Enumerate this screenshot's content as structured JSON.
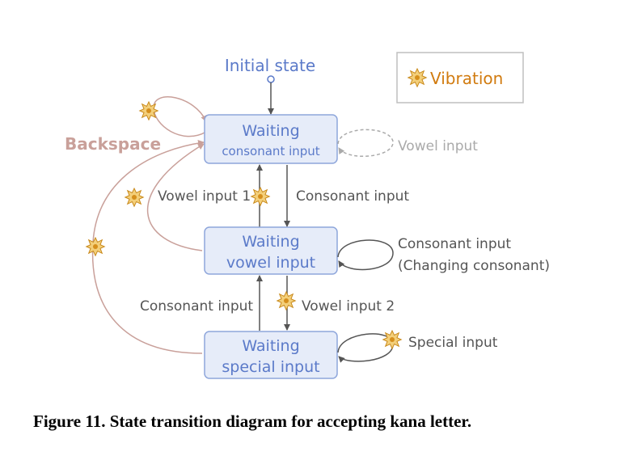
{
  "initial_state": "Initial state",
  "legend": {
    "label": "Vibration"
  },
  "states": {
    "consonant": {
      "line1": "Waiting",
      "line2": "consonant input"
    },
    "vowel": {
      "line1": "Waiting",
      "line2": "vowel input"
    },
    "special": {
      "line1": "Waiting",
      "line2": "special input"
    }
  },
  "transitions": {
    "backspace": "Backspace",
    "vowel_self_loop": "Vowel input",
    "vowel_input_1": "Vowel input 1",
    "consonant_down": "Consonant input",
    "consonant_self_loop_1": "Consonant input",
    "consonant_self_loop_2": "(Changing consonant)",
    "consonant_up": "Consonant input",
    "vowel_input_2": "Vowel input 2",
    "special_input": "Special input"
  },
  "caption": "Figure 11. State transition diagram for accepting kana letter.",
  "colors": {
    "state_fill": "#e6ecf9",
    "state_stroke": "#8ea6db",
    "state_text": "#5b7ac9",
    "backspace": "#c9a09a",
    "arrow": "#555555",
    "dashed_loop": "#aaaaaa",
    "vibration_text": "#d17b0f",
    "vibration_icon": "#e7b24a"
  }
}
